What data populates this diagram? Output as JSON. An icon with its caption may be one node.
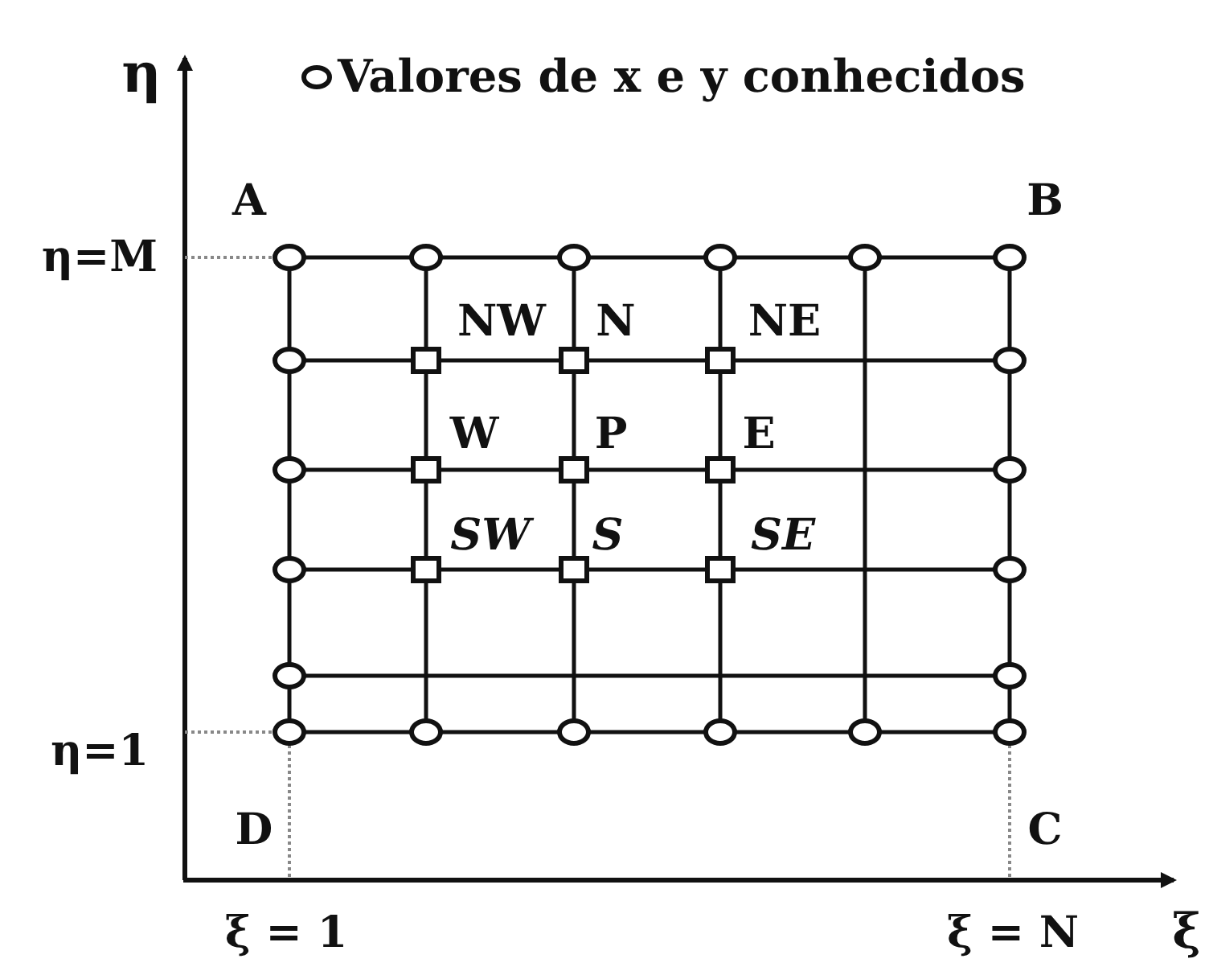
{
  "diagram": {
    "labels": [
      "η",
      "A",
      "B",
      "η=M",
      "NW",
      "N",
      "NE",
      "W",
      "P",
      "E",
      "SW",
      "S",
      "SE",
      "η=1",
      "D",
      "C",
      "ξ = 1",
      "ξ = N",
      "ξ"
    ],
    "legend": [
      {
        "text": "Valores de x e y conhecidos"
      }
    ]
  }
}
